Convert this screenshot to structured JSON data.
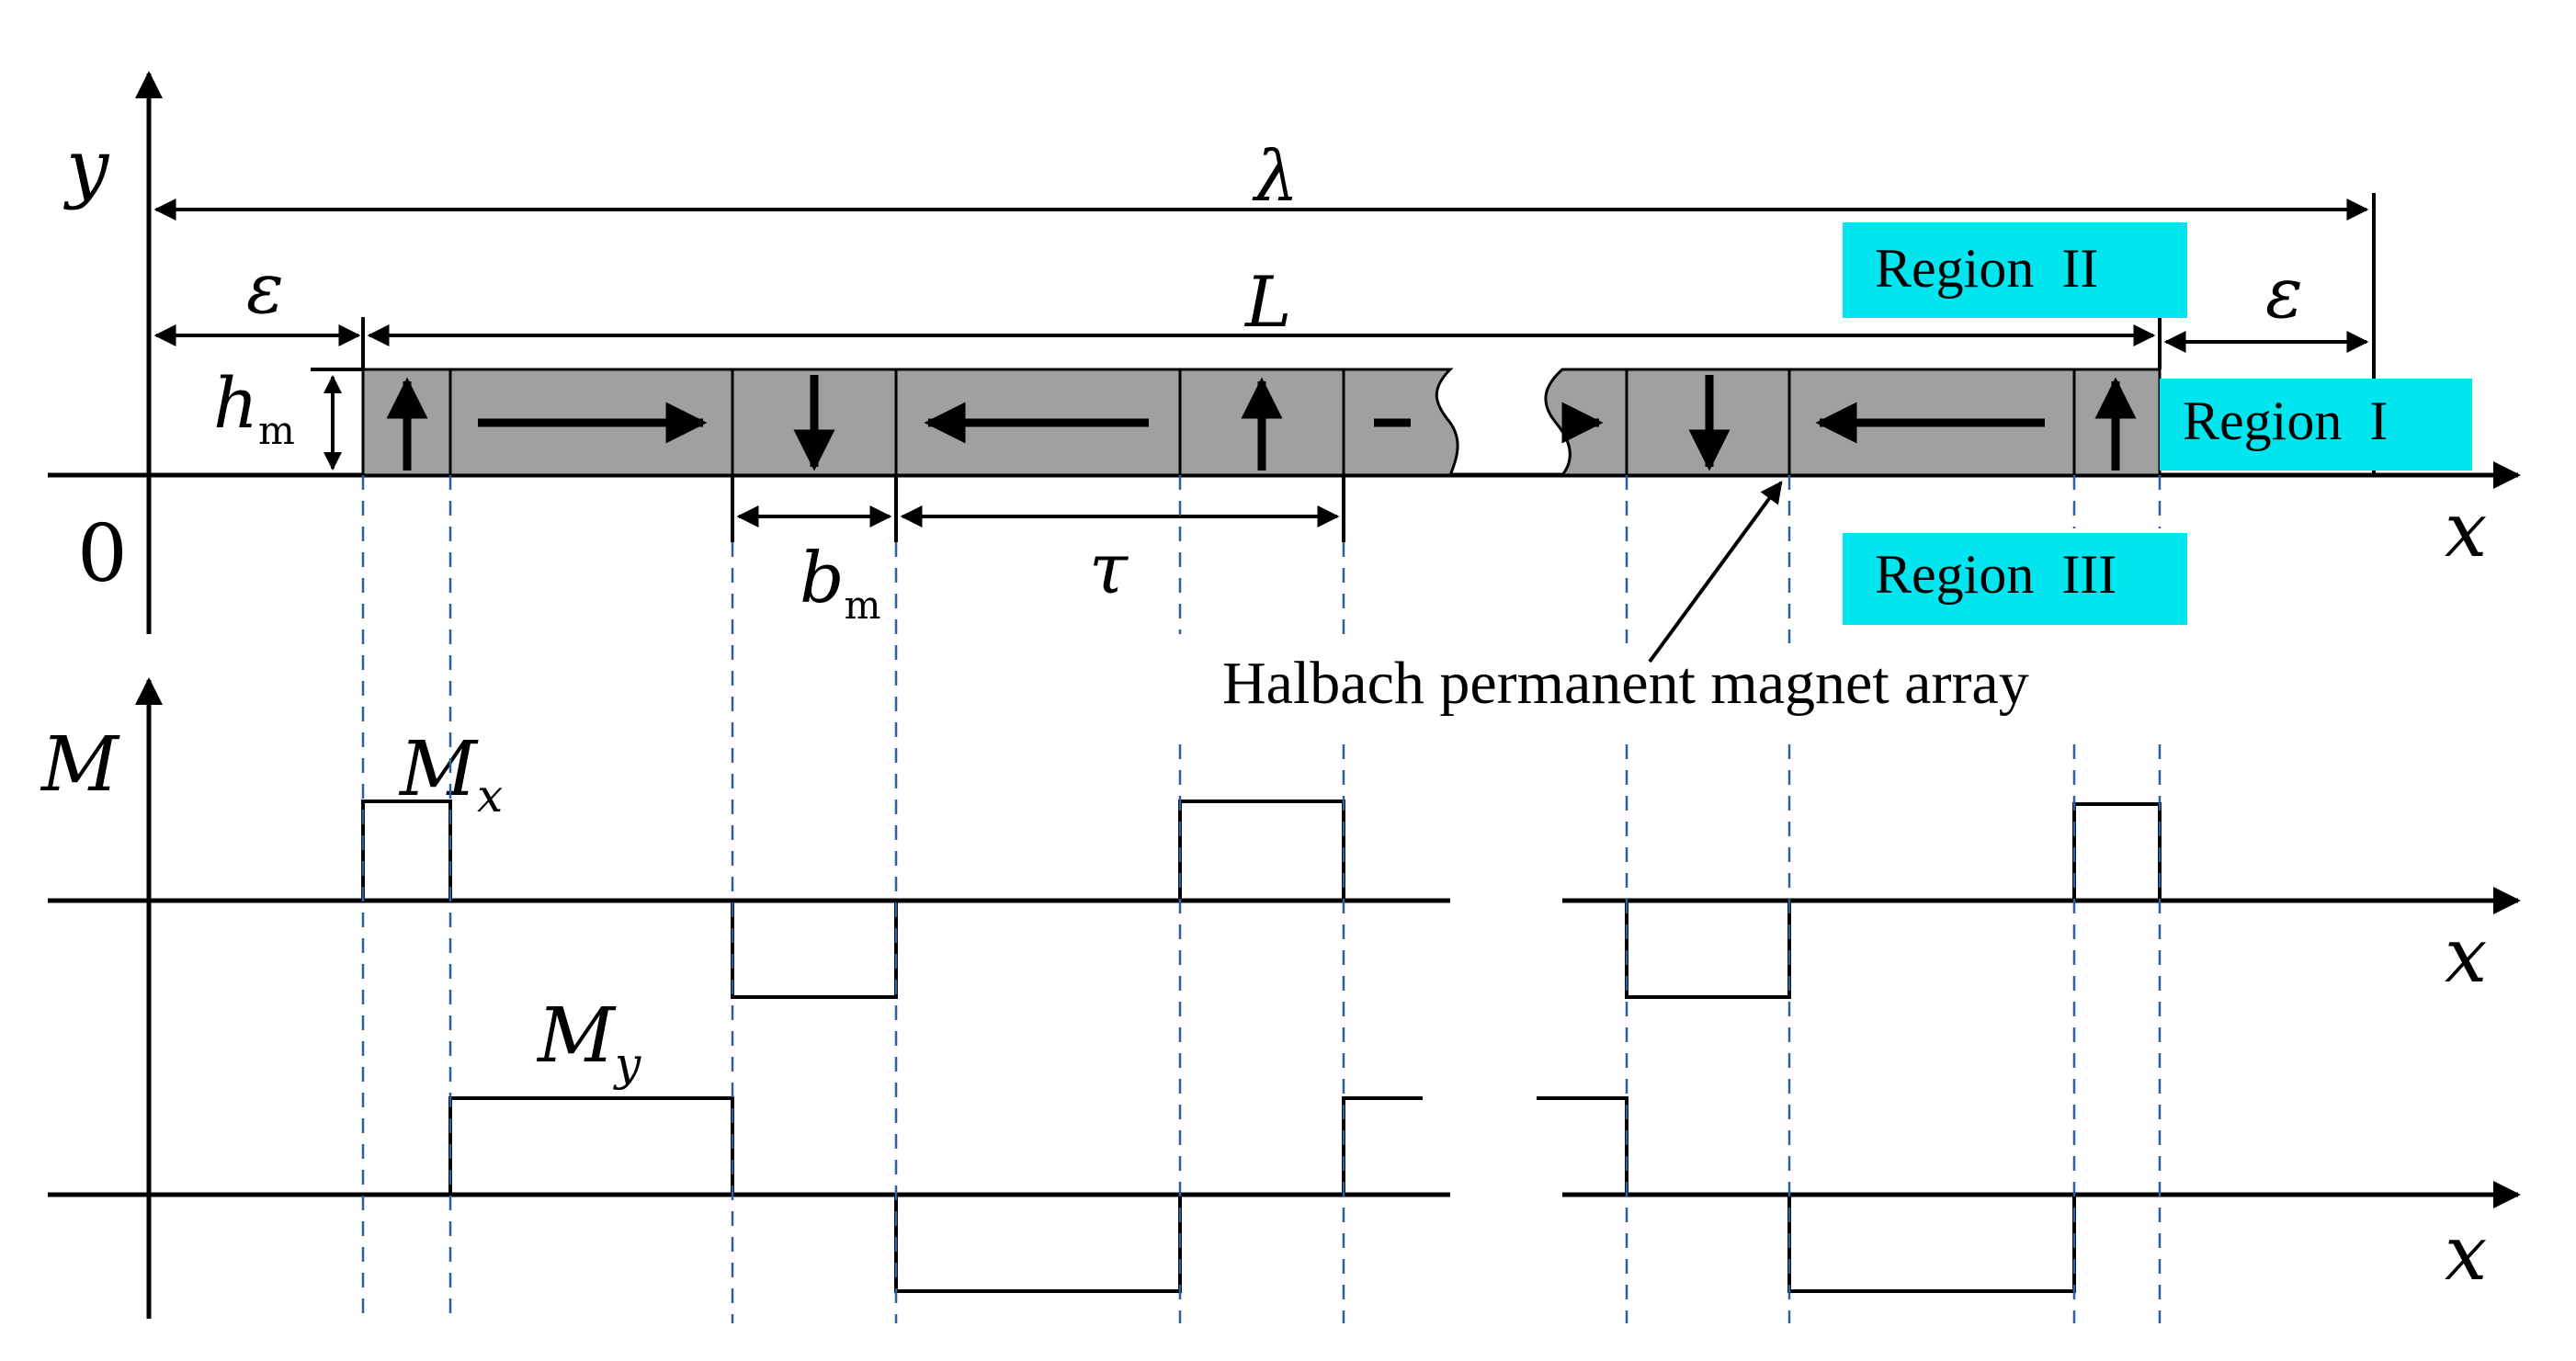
{
  "symbols": {
    "y_axis": "y",
    "x_axis": "x",
    "origin": "0",
    "lambda": "λ",
    "epsilon": "ε",
    "length": "L",
    "h": "h",
    "h_sub": "m",
    "b": "b",
    "b_sub": "m",
    "tau": "τ",
    "M_axis": "M",
    "Mx_main": "M",
    "Mx_sub": "x",
    "My_main": "M",
    "My_sub": "y"
  },
  "regions": {
    "region_1": "Region  I",
    "region_2": "Region  II",
    "region_3": "Region  III"
  },
  "annotation": "Halbach permanent magnet array",
  "colors": {
    "region_box": "#00e5ee",
    "magnet_fill": "#a0a0a0",
    "guide_line": "#2f5f9f",
    "ink": "#000000"
  },
  "magnet_segments_left": [
    {
      "magnetization": "up"
    },
    {
      "magnetization": "right"
    },
    {
      "magnetization": "down"
    },
    {
      "magnetization": "left"
    },
    {
      "magnetization": "up"
    },
    {
      "magnetization": "right"
    }
  ],
  "magnet_segments_right": [
    {
      "magnetization": "right"
    },
    {
      "magnetization": "down"
    },
    {
      "magnetization": "left"
    },
    {
      "magnetization": "up"
    }
  ],
  "Mx_waveform_levels": [
    "0",
    "+",
    "0",
    "-",
    "0",
    "+",
    "0",
    "-",
    "0",
    "+",
    "0"
  ],
  "My_waveform_levels": [
    "0",
    "+",
    "0",
    "-",
    "0",
    "+",
    "0",
    "-",
    "0"
  ]
}
